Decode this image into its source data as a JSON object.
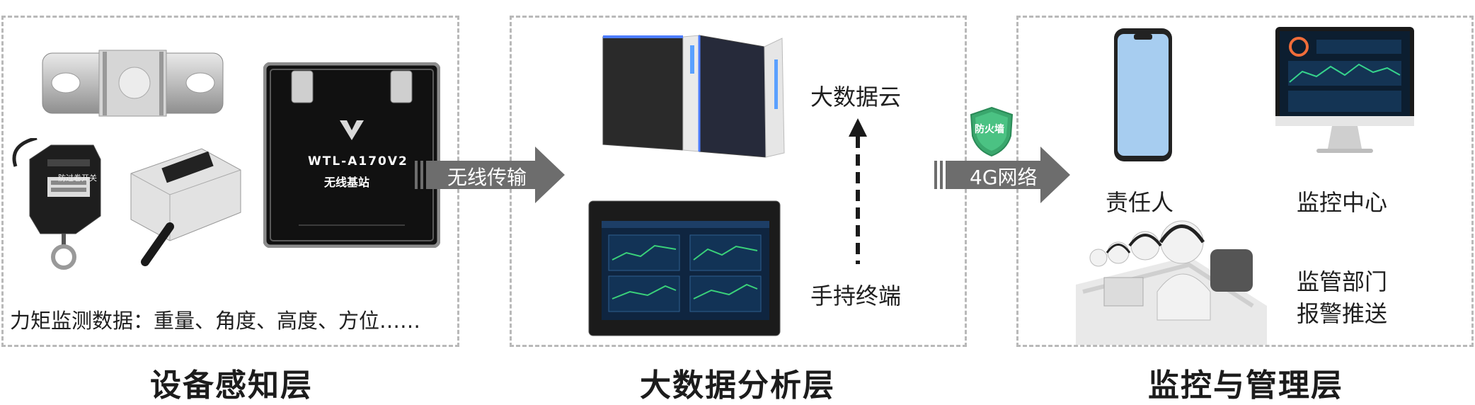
{
  "layers": {
    "sensing": "设备感知层",
    "analysis": "大数据分析层",
    "monitoring": "监控与管理层"
  },
  "sensing": {
    "data_caption": "力矩监测数据：重量、角度、高度、方位……",
    "base_station_model": "WTL-A170V2",
    "base_station_name": "无线基站",
    "switch_label": "防过卷开关"
  },
  "links": {
    "wireless": "无线传输",
    "network": "4G网络",
    "firewall": "防火墙"
  },
  "analysis": {
    "cloud": "大数据云",
    "terminal": "手持终端"
  },
  "monitoring": {
    "responsible": "责任人",
    "center": "监控中心",
    "department_line1": "监管部门",
    "department_line2": "报警推送"
  },
  "colors": {
    "arrow": "#6d6d6d",
    "shield": "#3aa76d",
    "border": "#b9b9b9"
  }
}
